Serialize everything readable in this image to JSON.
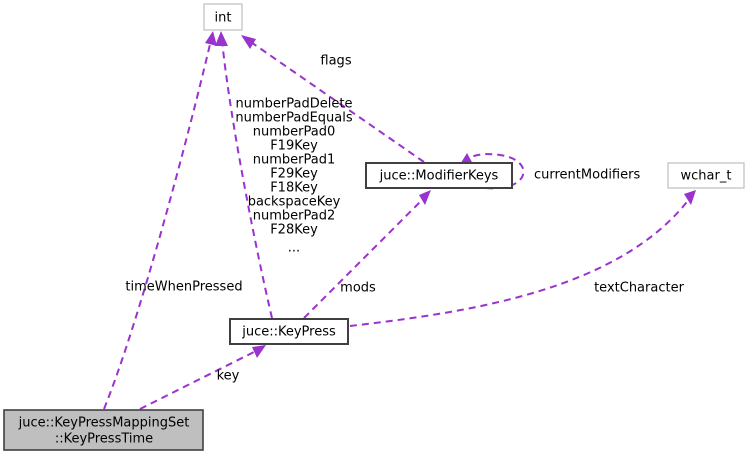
{
  "diagram": {
    "type": "collaboration-diagram",
    "background_color": "#ffffff",
    "edge_color": "#9a32cd",
    "highlight_fill": "#bfbfbf",
    "nodes": [
      {
        "id": "int",
        "label": "int",
        "style": "plain"
      },
      {
        "id": "modifierkeys",
        "label": "juce::ModifierKeys",
        "style": "strong"
      },
      {
        "id": "wchar",
        "label": "wchar_t",
        "style": "plain"
      },
      {
        "id": "keypress",
        "label": "juce::KeyPress",
        "style": "strong"
      },
      {
        "id": "keypresstime",
        "label_line1": "juce::KeyPressMappingSet",
        "label_line2": "::KeyPressTime",
        "style": "current"
      }
    ],
    "edge_labels": {
      "flags": "flags",
      "current_modifiers": "currentModifiers",
      "time_when_pressed": "timeWhenPressed",
      "mods": "mods",
      "text_character": "textCharacter",
      "key": "key"
    },
    "key_list": [
      "numberPadDelete",
      "numberPadEquals",
      "numberPad0",
      "F19Key",
      "numberPad1",
      "F29Key",
      "F18Key",
      "backspaceKey",
      "numberPad2",
      "F28Key",
      "..."
    ]
  }
}
